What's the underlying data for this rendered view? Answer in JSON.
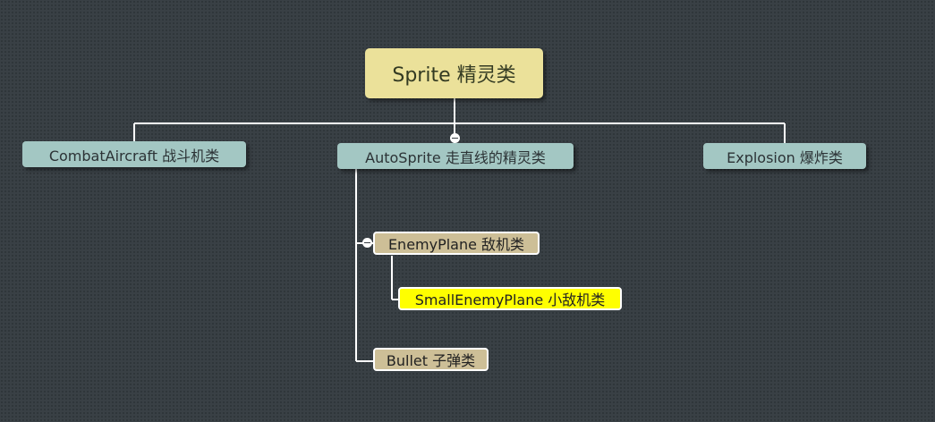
{
  "mindmap": {
    "root": {
      "label": "Sprite 精灵类"
    },
    "children": [
      {
        "label": "CombatAircraft 战斗机类"
      },
      {
        "label": "AutoSprite 走直线的精灵类",
        "children": [
          {
            "label": "EnemyPlane 敌机类",
            "children": [
              {
                "label": "SmallEnemyPlane 小敌机类",
                "highlighted": true
              }
            ]
          },
          {
            "label": "Bullet 子弹类"
          }
        ]
      },
      {
        "label": "Explosion 爆炸类"
      }
    ]
  },
  "colors": {
    "background": "#394045",
    "root_fill": "#ebe19a",
    "topic_fill": "#a3c7c3",
    "subtopic_fill": "#cdbf97",
    "highlight_fill": "#ffff00",
    "connector": "#ffffff"
  }
}
